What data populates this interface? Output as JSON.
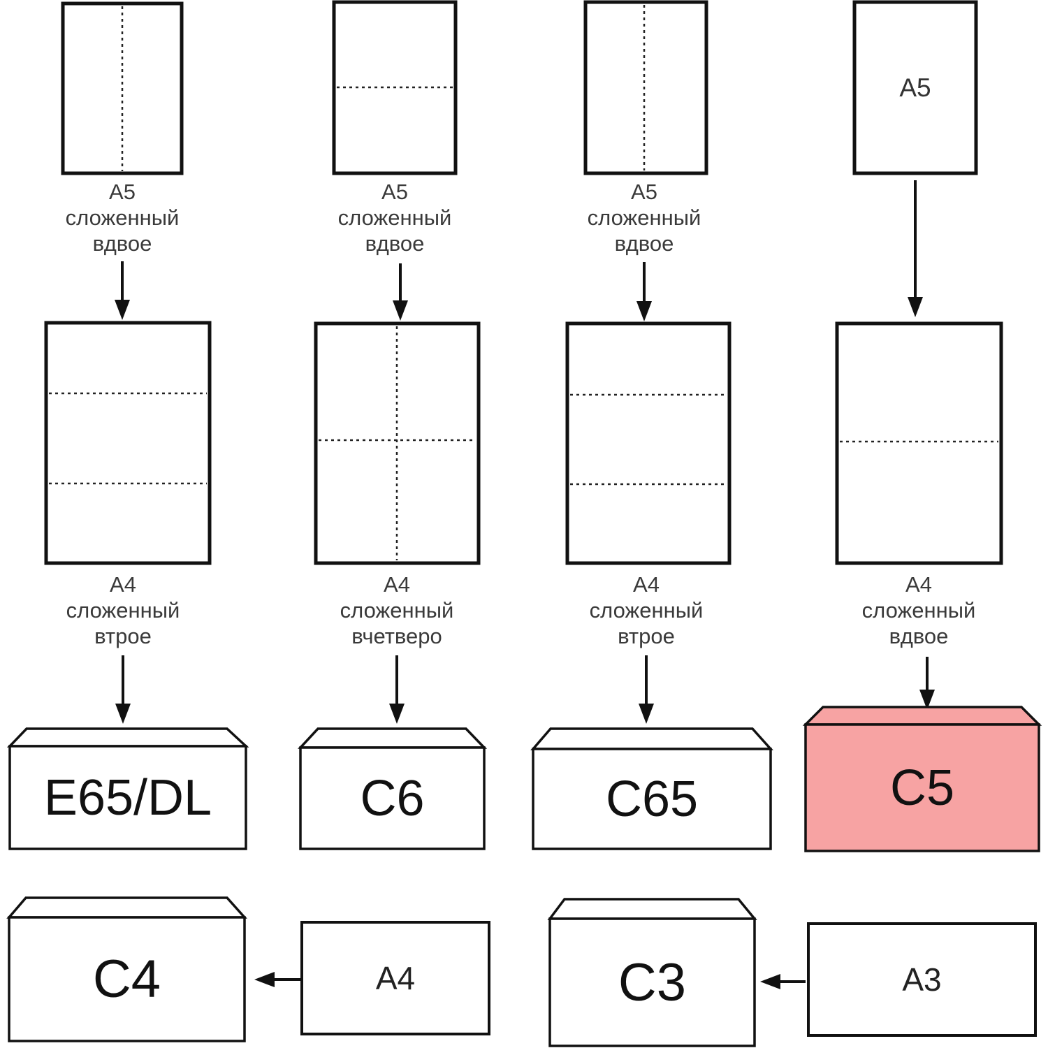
{
  "colors": {
    "background": "#ffffff",
    "line": "#111111",
    "dash": "#222222",
    "label_text": "#3a3a3a",
    "c5_envelope_fill": "#f7a3a3"
  },
  "columns": [
    {
      "top_label": [
        "A5",
        "сложенный",
        "вдвое"
      ],
      "mid_label": [
        "A4",
        "сложенный",
        "втрое"
      ],
      "envelope_label": "E65/DL"
    },
    {
      "top_label": [
        "A5",
        "сложенный",
        "вдвое"
      ],
      "mid_label": [
        "A4",
        "сложенный",
        "вчетверо"
      ],
      "envelope_label": "C6"
    },
    {
      "top_label": [
        "A5",
        "сложенный",
        "вдвое"
      ],
      "mid_label": [
        "A4",
        "сложенный",
        "втрое"
      ],
      "envelope_label": "C65"
    },
    {
      "top_paper_text": "A5",
      "mid_label": [
        "A4",
        "сложенный",
        "вдвое"
      ],
      "envelope_label": "C5"
    }
  ],
  "bottom_row": [
    {
      "envelope_label": "C4",
      "paper_label": "A4"
    },
    {
      "envelope_label": "C3",
      "paper_label": "A3"
    }
  ]
}
